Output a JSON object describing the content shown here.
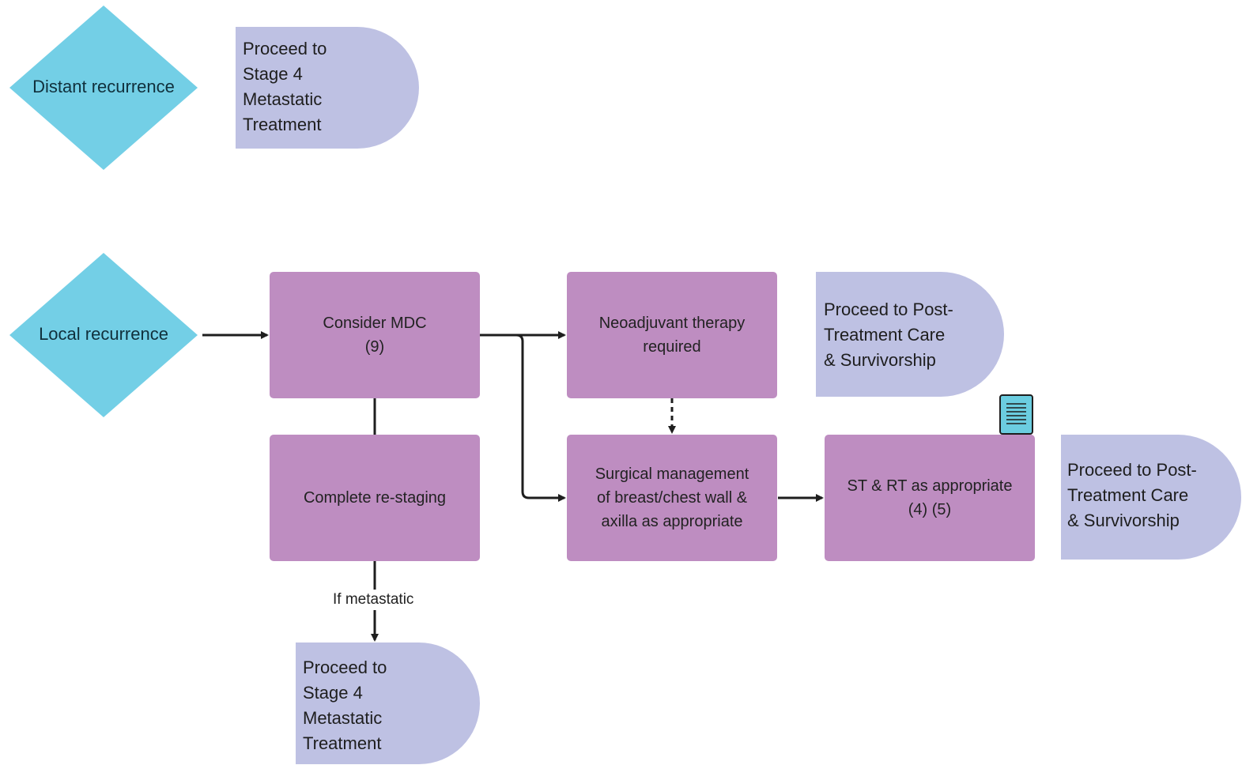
{
  "nodes": {
    "distant_recurrence": "Distant recurrence",
    "local_recurrence": "Local recurrence",
    "proceed_stage4_top": "Proceed to\nStage 4\nMetastatic\nTreatment",
    "consider_mdc": "Consider MDC\n(9)",
    "neoadjuvant": "Neoadjuvant therapy\nrequired",
    "proceed_post_treatment_1": "Proceed to Post-\nTreatment Care\n& Survivorship",
    "complete_restaging": "Complete re-staging",
    "surgical_management": "Surgical management\nof breast/chest wall &\naxilla as appropriate",
    "st_rt": "ST & RT as appropriate\n(4) (5)",
    "proceed_post_treatment_2": "Proceed to Post-\nTreatment Care\n& Survivorship",
    "proceed_stage4_bottom": "Proceed to\nStage 4\nMetastatic\nTreatment"
  },
  "edge_labels": {
    "if_metastatic": "If metastatic"
  },
  "icons": {
    "note": "document-note-icon"
  },
  "colors": {
    "decision": "#73cfe6",
    "process": "#be8dc1",
    "terminal": "#bec1e3",
    "connector": "#1e1e1e"
  }
}
